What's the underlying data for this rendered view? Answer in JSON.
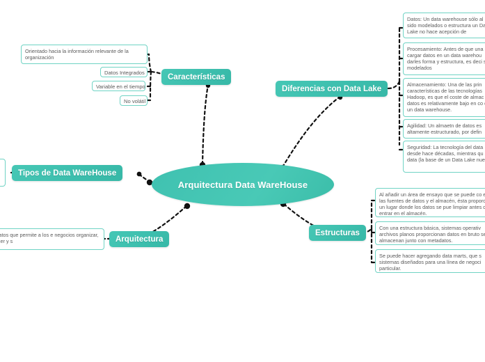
{
  "mindmap": {
    "title": "Arquitectura Data WareHouse",
    "center": {
      "label": "Arquitectura Data WareHouse"
    },
    "colors": {
      "node_teal": "#3fc1b0",
      "node_teal_dark": "#37b8a7",
      "leaf_border": "#6fd3c4",
      "leaf_text": "#5a5a5a",
      "connector": "#1a1a1a",
      "background": "#ffffff"
    },
    "branches": [
      {
        "id": "caracteristicas",
        "label": "Características",
        "leaves": [
          {
            "id": "orientado",
            "text": "Orientado hacia la información relevante de la organización"
          },
          {
            "id": "datos-integrados",
            "text": "Datos Integrados"
          },
          {
            "id": "variable-tiempo",
            "text": "Variable en el tiempo"
          },
          {
            "id": "no-volatil",
            "text": "No volátil"
          }
        ]
      },
      {
        "id": "diferencias-data-lake",
        "label": "Diferencias con Data Lake",
        "leaves": [
          {
            "id": "datos",
            "text": "Datos: Un data warehouse sólo al han sido modelados o estructura un Data Lake no hace acepción de"
          },
          {
            "id": "procesamiento",
            "text": "Procesamiento: Antes de que una cargar datos en un data warehou darles forma y estructura, es deci ser modelados"
          },
          {
            "id": "almacenamiento",
            "text": "Almacenamiento: Una de las prin características de las tecnologías Hadoop, es que el coste de almac datos es relativamente bajo en co de un data warehouse."
          },
          {
            "id": "agilidad",
            "text": "Agilidad: Un almaetn de datos es altamente estructurado, por defin"
          },
          {
            "id": "seguridad",
            "text": "Seguridad: La tecnología del data desde hace décadas, mientras qu big data (la base de un Data Lake nueva."
          }
        ]
      },
      {
        "id": "tipos",
        "label": "Tipos de Data WareHouse",
        "leaves": []
      },
      {
        "id": "arquitectura",
        "label": "Arquitectura",
        "leaves": [
          {
            "id": "definicion",
            "text": "ento de datos que permite a los e negocios organizar, comprender y s"
          }
        ]
      },
      {
        "id": "estructuras",
        "label": "Estructuras",
        "leaves": [
          {
            "id": "area-ensayo",
            "text": "Al añadir un área de ensayo que se puede co entre las fuentes de datos y el almacén, ésta proporciona un lugar donde los datos se pue limpiar antes de entrar en el almacén."
          },
          {
            "id": "estructura-basica",
            "text": "Con una estructura básica, sistemas operativ archivos planos proporcionan datos en bruto se almacenan junto con metadatos."
          },
          {
            "id": "data-marts",
            "text": "Se puede hacer agregando data marts, que s sistemas diseñados para una línea de negoci particular."
          }
        ]
      }
    ]
  }
}
